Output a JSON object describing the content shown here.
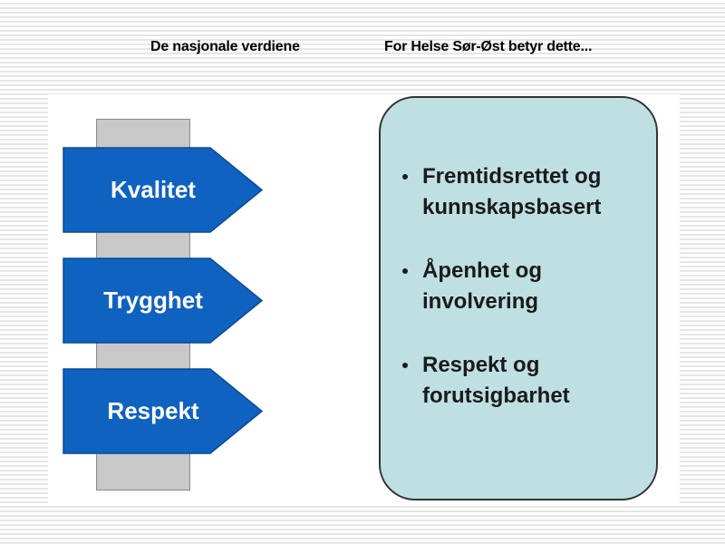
{
  "headings": {
    "left": "De nasjonale verdiene",
    "right": "For Helse Sør-Øst betyr dette..."
  },
  "signpost": {
    "signs": [
      {
        "label": "Kvalitet"
      },
      {
        "label": "Trygghet"
      },
      {
        "label": "Respekt"
      }
    ],
    "sign_color": "#0f62c0",
    "sign_border_color": "#0a4a96",
    "post_color": "#c8c8c8"
  },
  "meaning_box": {
    "background_color": "#bfe0e2",
    "items": [
      {
        "lines": [
          "Fremtidsrettet og",
          "kunnskapsbasert"
        ]
      },
      {
        "lines": [
          "Åpenhet og",
          "involvering"
        ]
      },
      {
        "lines": [
          "Respekt og",
          "forutsigbarhet"
        ]
      }
    ]
  }
}
